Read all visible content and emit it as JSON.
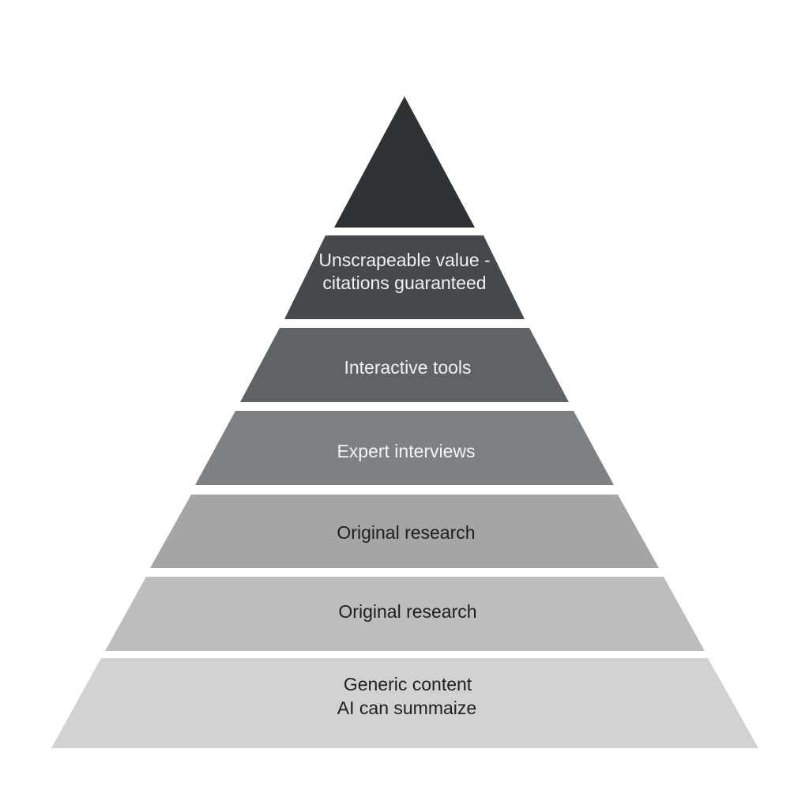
{
  "pyramid": {
    "tiers": [
      {
        "lines": [],
        "fill": "#2f3235",
        "text_color": "#ffffff"
      },
      {
        "lines": [
          "Unscrapeable value -",
          "citations guaranteed"
        ],
        "fill": "#45484c",
        "text_color": "#f2f2f2"
      },
      {
        "lines": [
          "Interactive tools"
        ],
        "fill": "#5f6266",
        "text_color": "#f2f2f2"
      },
      {
        "lines": [
          "Expert interviews"
        ],
        "fill": "#7e8184",
        "text_color": "#f4f4f4"
      },
      {
        "lines": [
          "Original research"
        ],
        "fill": "#a4a5a7",
        "text_color": "#1e1e1e"
      },
      {
        "lines": [
          "Original research"
        ],
        "fill": "#bcbdbe",
        "text_color": "#1e1e1e"
      },
      {
        "lines": [
          "Generic content",
          "AI can summaize"
        ],
        "fill": "#d2d2d2",
        "text_color": "#1e1e1e"
      }
    ]
  }
}
